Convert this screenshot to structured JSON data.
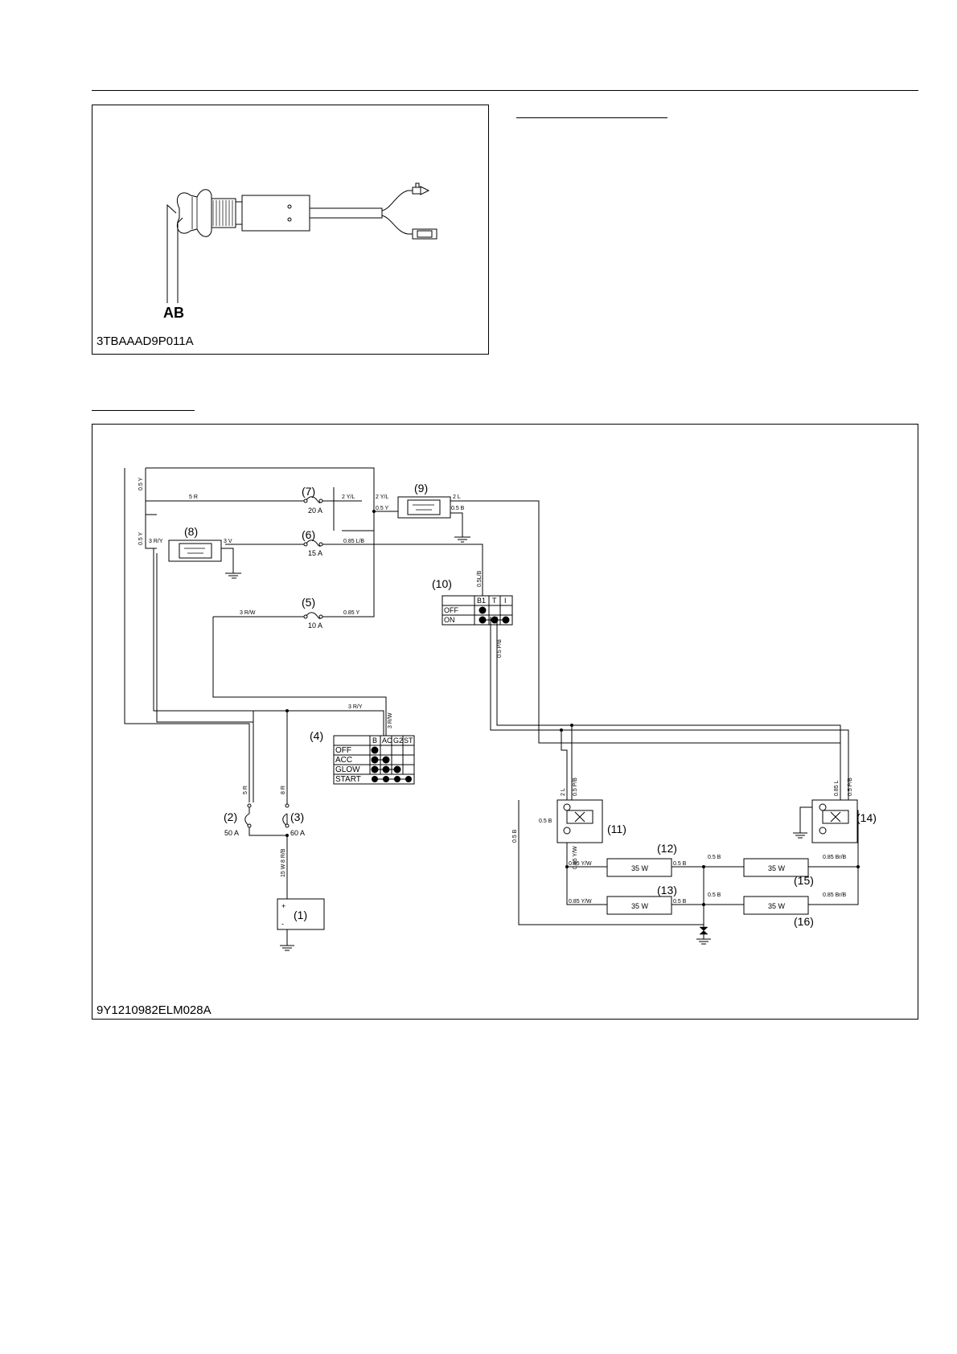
{
  "figure1": {
    "caption": "3TBAAAD9P011A",
    "label_a": "A",
    "label_b": "B"
  },
  "figure2": {
    "caption": "9Y1210982ELM028A",
    "components": {
      "c1": "(1)",
      "c2": "(2)",
      "c3": "(3)",
      "c4": "(4)",
      "c5": "(5)",
      "c6": "(6)",
      "c7": "(7)",
      "c8": "(8)",
      "c9": "(9)",
      "c10": "(10)",
      "c11": "(11)",
      "c12": "(12)",
      "c13": "(13)",
      "c14": "(14)",
      "c15": "(15)",
      "c16": "(16)"
    },
    "fuses": {
      "f2": "50 A",
      "f3": "60 A",
      "f5": "10 A",
      "f6": "15 A",
      "f7": "20 A"
    },
    "lamps": {
      "w12": "35 W",
      "w13": "35 W",
      "w15": "35 W",
      "w16": "35 W"
    },
    "wires": {
      "w_05y_a": "0.5 Y",
      "w_05y_b": "0.5 Y",
      "w_5r_top": "5 R",
      "w_2yl_a": "2 Y/L",
      "w_2yl_b": "2 Y/L",
      "w_05y_c": "0.5 Y",
      "w_2l_top": "2 L",
      "w_05b_top": "0.5 B",
      "w_3ry": "3 R/Y",
      "w_3v": "3 V",
      "w_085lb": "0.85 L/B",
      "w_05lb": "0.5L/B",
      "w_3rw_a": "3 R/W",
      "w_085y": "0.85 Y",
      "w_05pb_a": "0.5 P/B",
      "w_3ry_b": "3 R/Y",
      "w_3rw_b": "3 R/W",
      "w_5r": "5 R",
      "w_8r": "8 R",
      "w_15w": "15 W",
      "w_8rb": "8 R/B",
      "w_2l": "2 L",
      "w_05pb_b": "0.5 P/B",
      "w_05b_11": "0.5 B",
      "w_05b_left": "0.5 B",
      "w_085yw_a": "0.85 Y/W",
      "w_085yw_b": "0.85 Y/W",
      "w_085yw_c": "0.85 Y/W",
      "w_05b_12": "0.5 B",
      "w_05b_13": "0.5 B",
      "w_05b_15": "0.5 B",
      "w_05b_16": "0.5 B",
      "w_085brb_a": "0.85 Br/B",
      "w_085brb_b": "0.85 Br/B",
      "w_085l": "0.85 L",
      "w_05pb_c": "0.5 P/B"
    },
    "switch10": {
      "headers": [
        "B1",
        "T",
        "I"
      ],
      "rows": [
        "OFF",
        "ON"
      ]
    },
    "switch4": {
      "headers": [
        "B",
        "AC",
        "G2",
        "ST"
      ],
      "rows": [
        "OFF",
        "ACC",
        "GLOW",
        "START"
      ]
    },
    "battery": {
      "plus": "+",
      "minus": "-"
    }
  }
}
